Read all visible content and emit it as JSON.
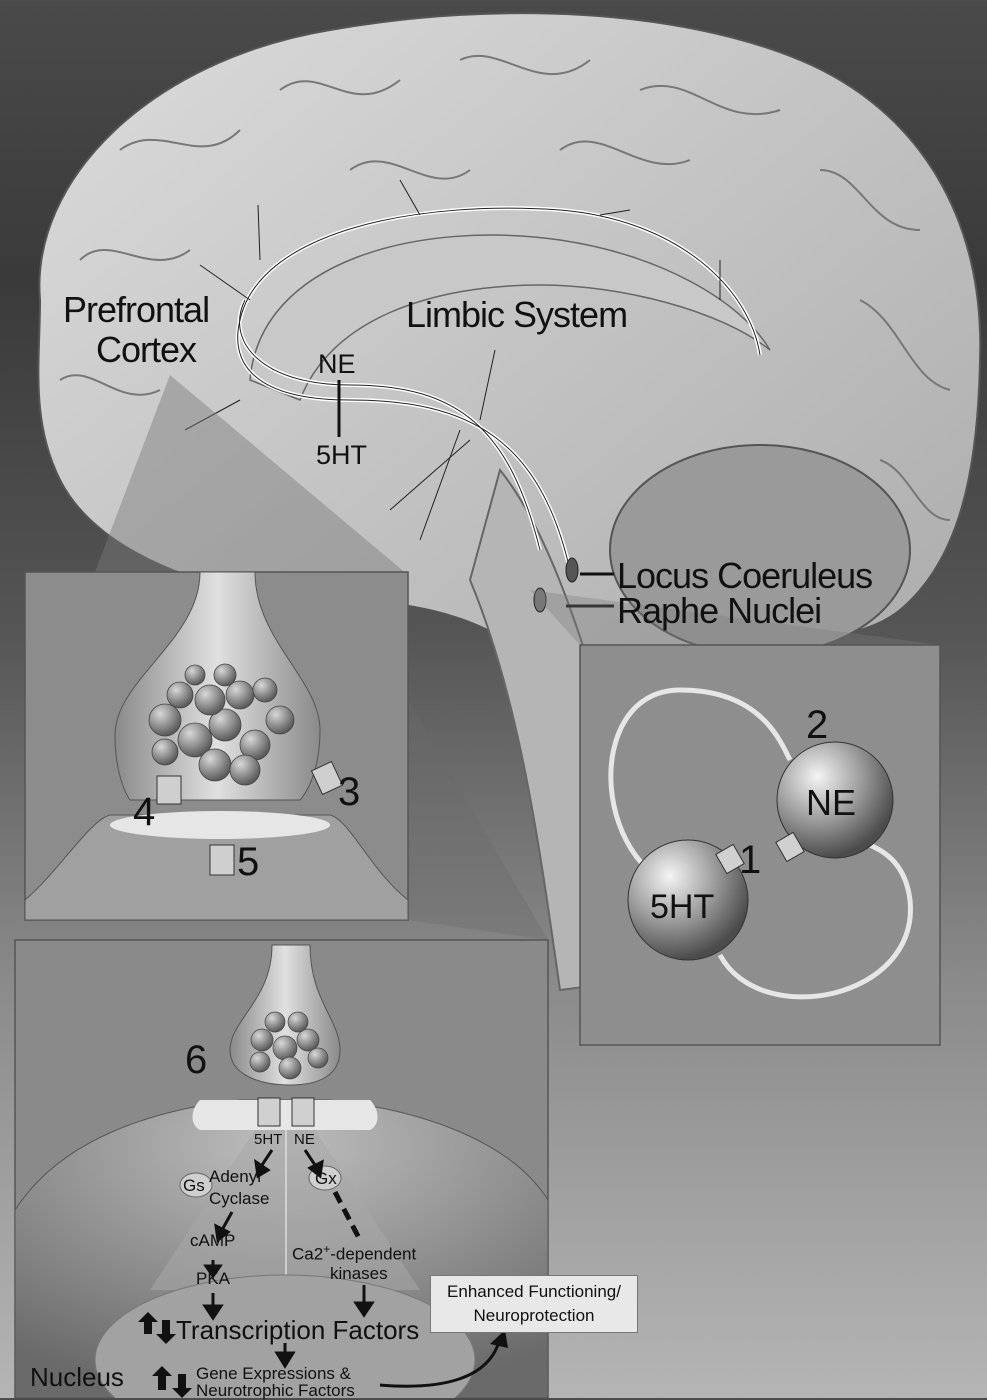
{
  "brain": {
    "prefrontal_line1": "Prefrontal",
    "prefrontal_line2": "Cortex",
    "limbic": "Limbic System",
    "ne": "NE",
    "ht": "5HT",
    "locus": "Locus Coeruleus",
    "raphe": "Raphe Nuclei"
  },
  "synapse_panel": {
    "label3": "3",
    "label4": "4",
    "label5": "5"
  },
  "neuron_panel": {
    "label1": "1",
    "label2": "2",
    "ne_cell": "NE",
    "ht_cell": "5HT"
  },
  "signal_panel": {
    "label6": "6",
    "ht_receptor": "5HT",
    "ne_receptor": "NE",
    "gs": "Gs",
    "adenyl_line1": "Adenyl",
    "adenyl_line2": "Cyclase",
    "camp": "cAMP",
    "pka": "PKA",
    "gx": "Gx",
    "ca_line1": "Ca2",
    "ca_plus": "+",
    "ca_dependent": "-dependent",
    "kinases": "kinases",
    "transcription": "Transcription Factors",
    "nucleus": "Nucleus",
    "gene_line1": "Gene Expressions &",
    "gene_line2": "Neurotrophic Factors",
    "enhanced_line1": "Enhanced Functioning/",
    "enhanced_line2": "Neuroprotection"
  }
}
